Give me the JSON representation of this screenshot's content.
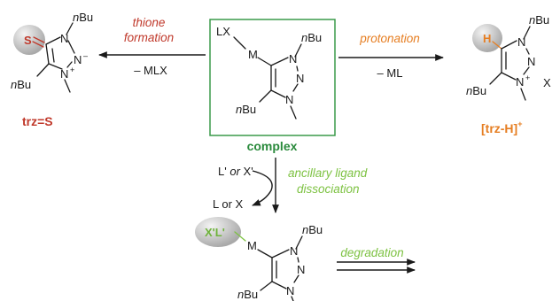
{
  "labels": {
    "thione": "trz=S",
    "complex": "complex",
    "salt": "[trz-H]",
    "salt_charge": "+"
  },
  "conditions": {
    "thione_1": "thione",
    "thione_2": "formation",
    "thione_byproduct": "– MLX",
    "protonation": "protonation",
    "protonation_byproduct": "– ML",
    "ancillary_1": "ancillary ligand",
    "ancillary_2": "dissociation",
    "incoming_a": "L'",
    "incoming_or": "or",
    "incoming_b": "X'",
    "outgoing": "L or X",
    "degradation": "degradation"
  },
  "atoms": {
    "n": "N",
    "bu": "Bu",
    "nprefix": "n",
    "sulfur": "S",
    "hydrogen": "H",
    "metal": "M",
    "lx": "LX",
    "x": "X",
    "xl": "X'L'",
    "plus": "+",
    "minus": "–"
  },
  "colors": {
    "thione": "#c0392b",
    "complex": "#2a8a3c",
    "complex_box": "#3a9a4a",
    "salt": "#e67e22",
    "ancillary": "#7dc242",
    "bubble": "#c8c8c8"
  }
}
